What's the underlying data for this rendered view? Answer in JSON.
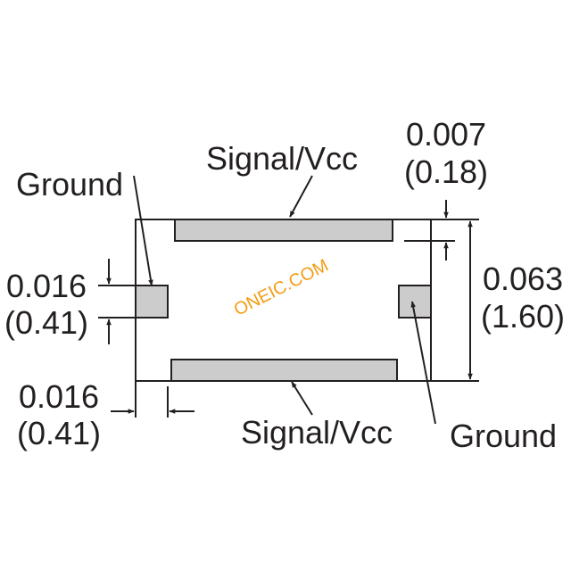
{
  "labels": {
    "signal_top": "Signal/Vcc",
    "signal_bottom": "Signal/Vcc",
    "ground_left": "Ground",
    "ground_right": "Ground"
  },
  "dimensions": {
    "pad_gap": {
      "inches": "0.007",
      "mm": "(0.18)"
    },
    "height": {
      "inches": "0.063",
      "mm": "(1.60)"
    },
    "ground_pad_height": {
      "inches": "0.016",
      "mm": "(0.41)"
    },
    "ground_pad_width": {
      "inches": "0.016",
      "mm": "(0.41)"
    }
  },
  "watermark": {
    "text": "ONEIC.COM",
    "color": "#f39c12"
  },
  "colors": {
    "line": "#231f20",
    "pad_fill": "#cccccc"
  }
}
